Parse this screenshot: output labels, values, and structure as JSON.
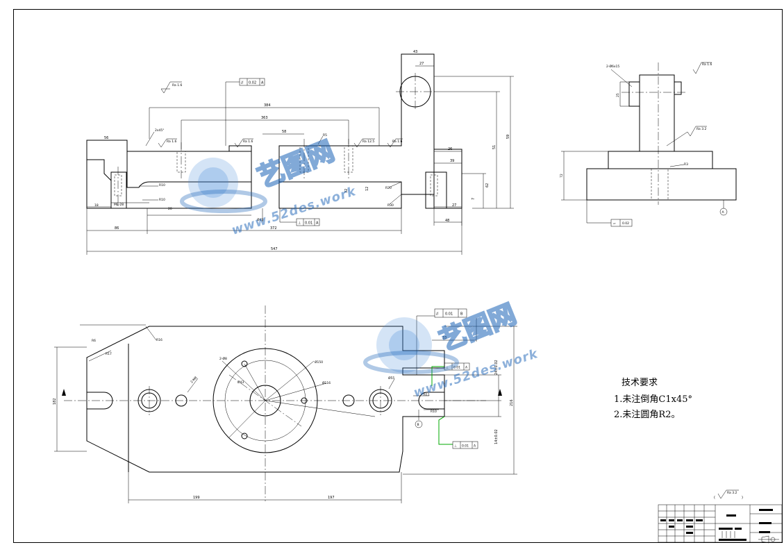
{
  "tech_requirements": {
    "title": "技术要求",
    "item1": "1.未注倒角C1x45°",
    "item2": "2.未注圆角R2。"
  },
  "roughness": {
    "general": "Ra 3.2",
    "ra16_top": "Ra 1.6",
    "ra16_a": "Ra 1.6",
    "ra16_b": "Ra 1.6",
    "ra125": "Ra 12.5",
    "ra16_c": "Ra 1.6",
    "side_ra16": "Ra 1.6",
    "side_ra32": "Ra 3.2"
  },
  "tolerances": {
    "parallel_top": "0.02",
    "parallel_top_datum": "A",
    "perp_front": "0.01",
    "perp_front_datum": "A",
    "flat_side": "0.02",
    "parallel_plan": "0.01",
    "parallel_plan_datum": "B",
    "perp_plan1": "0.01",
    "perp_plan1_datum": "A",
    "perp_plan2": "0.01",
    "perp_plan2_datum": "A",
    "datum_a": "A",
    "datum_b": "B"
  },
  "front_dims": {
    "d384": "384",
    "d363": "363",
    "d58": "58",
    "d56": "56",
    "chamfer": "2x45°",
    "r5": "R5",
    "d43": "43",
    "d27": "27",
    "d26": "26",
    "d39": "39",
    "d51": "51",
    "d59": "59",
    "d62": "62",
    "d12": "12",
    "d7": "7",
    "d27b": "27",
    "d48": "48",
    "r10a": "R10",
    "r10b": "R10",
    "r20": "R20",
    "r30": "R30",
    "d18": "18",
    "m8": "M8-28",
    "d20": "20",
    "d32": "32",
    "hole": "Ø43",
    "d86": "86",
    "d372": "372",
    "d547": "547"
  },
  "side_dims": {
    "holes": "2-Ø6x15",
    "d25": "25",
    "r3": "R3",
    "d72": "72"
  },
  "plan_dims": {
    "r6": "R6",
    "r16": "R16",
    "r17": "R17",
    "holes2": "2-Ø8",
    "m8": "2-M8",
    "d150": "Ø150",
    "d43": "Ø43",
    "d116": "Ø116",
    "r55": "Ø55",
    "d33": "33",
    "r11": "R11",
    "r10": "R10",
    "tol24": "24±0.02",
    "tol14": "14±0.02",
    "d216": "216",
    "d182": "182",
    "d199": "199",
    "d197": "197"
  },
  "watermarks": {
    "cn1": "艺图网",
    "url1": "www.52des.work",
    "cn2": "艺图网",
    "url2": "www.52des.work"
  },
  "title_block": {
    "general_roughness": "Ra 3.2"
  }
}
